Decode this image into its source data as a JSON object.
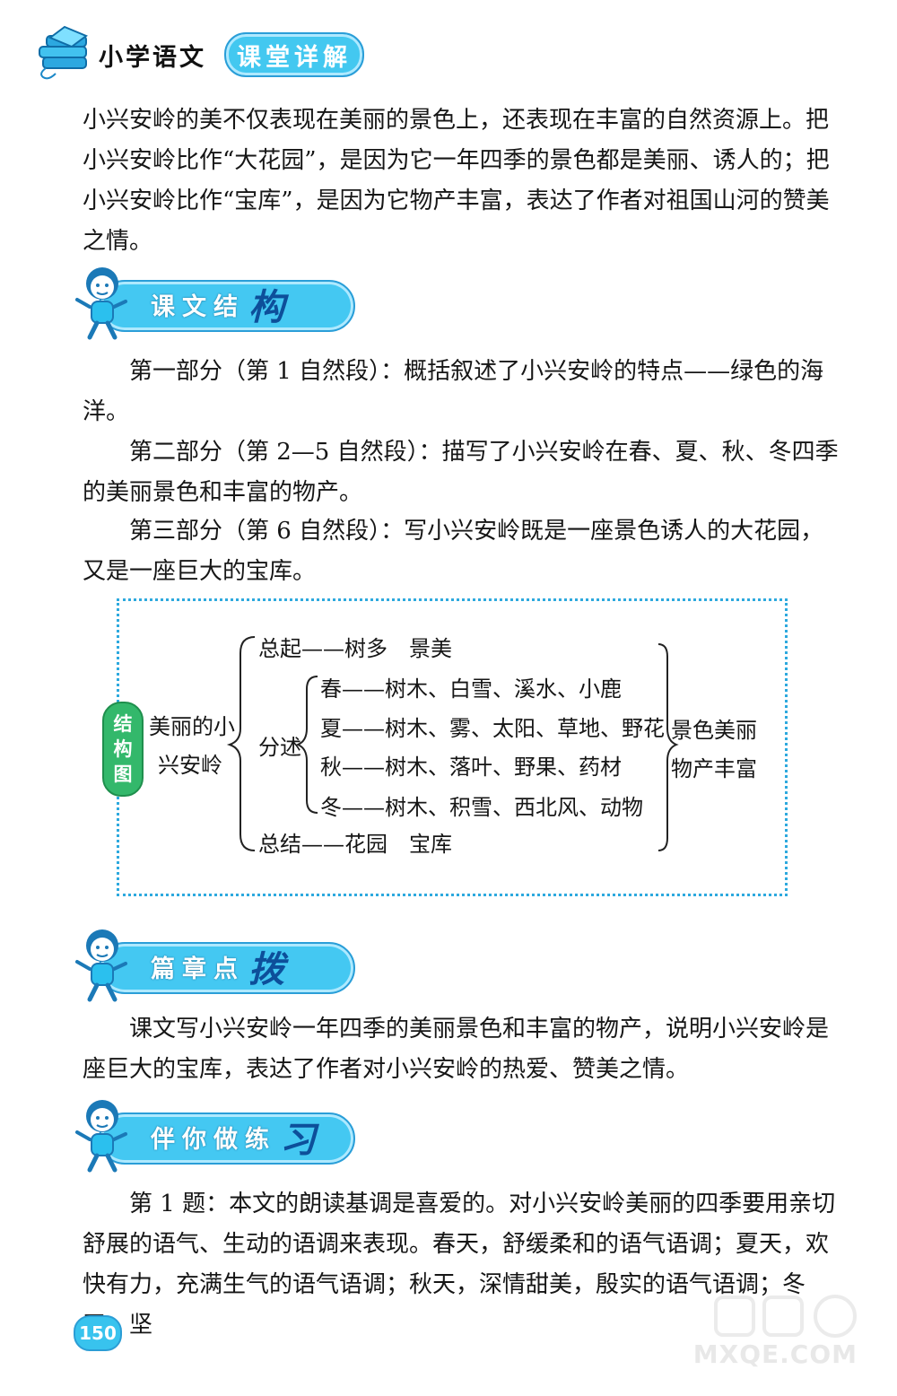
{
  "header": {
    "title": "小学语文",
    "badge": "课堂详解",
    "icon": "books-icon"
  },
  "intro": {
    "text": "小兴安岭的美不仅表现在美丽的景色上，还表现在丰富的自然资源上。把小兴安岭比作“大花园”，是因为它一年四季的景色都是美丽、诱人的；把小兴安岭比作“宝库”，是因为它物产丰富，表达了作者对祖国山河的赞美之情。"
  },
  "sections": {
    "structure": {
      "title": "课文结",
      "accent": "构",
      "icon": "cartoon-boy-icon"
    },
    "points": {
      "title": "篇章点",
      "accent": "拨",
      "icon": "cartoon-boy-icon"
    },
    "exercise": {
      "title": "伴你做练",
      "accent": "习",
      "icon": "cartoon-boy-icon"
    }
  },
  "structure_paragraphs": [
    "第一部分（第 1 自然段）：概括叙述了小兴安岭的特点——绿色的海洋。",
    "第二部分（第 2—5 自然段）：描写了小兴安岭在春、夏、秋、冬四季的美丽景色和丰富的物产。",
    "第三部分（第 6 自然段）：写小兴安岭既是一座景色诱人的大花园，又是一座巨大的宝库。"
  ],
  "structure_chart": {
    "badge": [
      "结",
      "构",
      "图"
    ],
    "root": [
      "美丽的小",
      "兴安岭"
    ],
    "summary_start": "总起——树多　景美",
    "middle": "分述",
    "seasons": [
      "春——树木、白雪、溪水、小鹿",
      "夏——树木、雾、太阳、草地、野花",
      "秋——树木、落叶、野果、药材",
      "冬——树木、积雪、西北风、动物"
    ],
    "summary_end": "总结——花园　宝库",
    "result": [
      "景色美丽",
      "物产丰富"
    ]
  },
  "points": {
    "text": "课文写小兴安岭一年四季的美丽景色和丰富的物产，说明小兴安岭是座巨大的宝库，表达了作者对小兴安岭的热爱、赞美之情。"
  },
  "exercise": {
    "text": "第 1 题：本文的朗读基调是喜爱的。对小兴安岭美丽的四季要用亲切舒展的语气、生动的语调来表现。春天，舒缓柔和的语气语调；夏天，欢快有力，充满生气的语气语调；秋天，深情甜美，殷实的语气语调；冬天，坚"
  },
  "page_number": "150",
  "watermark": {
    "text": "MXQE.COM"
  },
  "colors": {
    "accent_blue": "#44c8f2",
    "dark_blue": "#0d4f9a",
    "badge_green": "#33b86b"
  }
}
